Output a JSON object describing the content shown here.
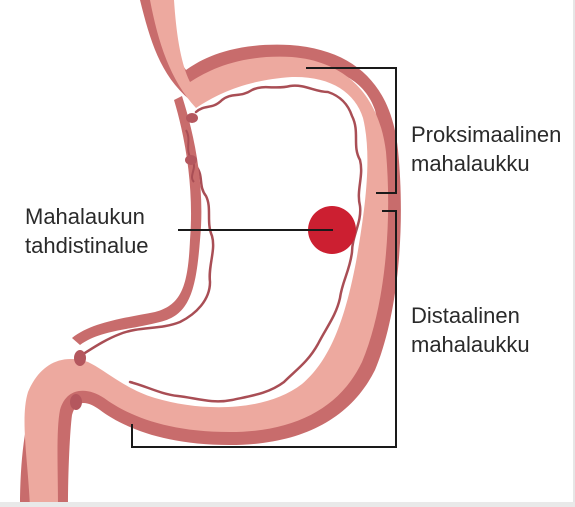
{
  "colors": {
    "stomach_fill": "#eda99f",
    "stomach_wall": "#c86c6c",
    "stomach_inner_line": "#a94e55",
    "pacemaker_dot": "#cc1f31",
    "bracket_line": "#1a1a1a",
    "label_text": "#2a2a2a"
  },
  "labels": {
    "proximal": {
      "line1": "Proksimaalinen",
      "line2": "mahalaukku"
    },
    "distal": {
      "line1": "Distaalinen",
      "line2": "mahalaukku"
    },
    "pacemaker": {
      "line1": "Mahalaukun",
      "line2": "tahdistinalue"
    }
  }
}
